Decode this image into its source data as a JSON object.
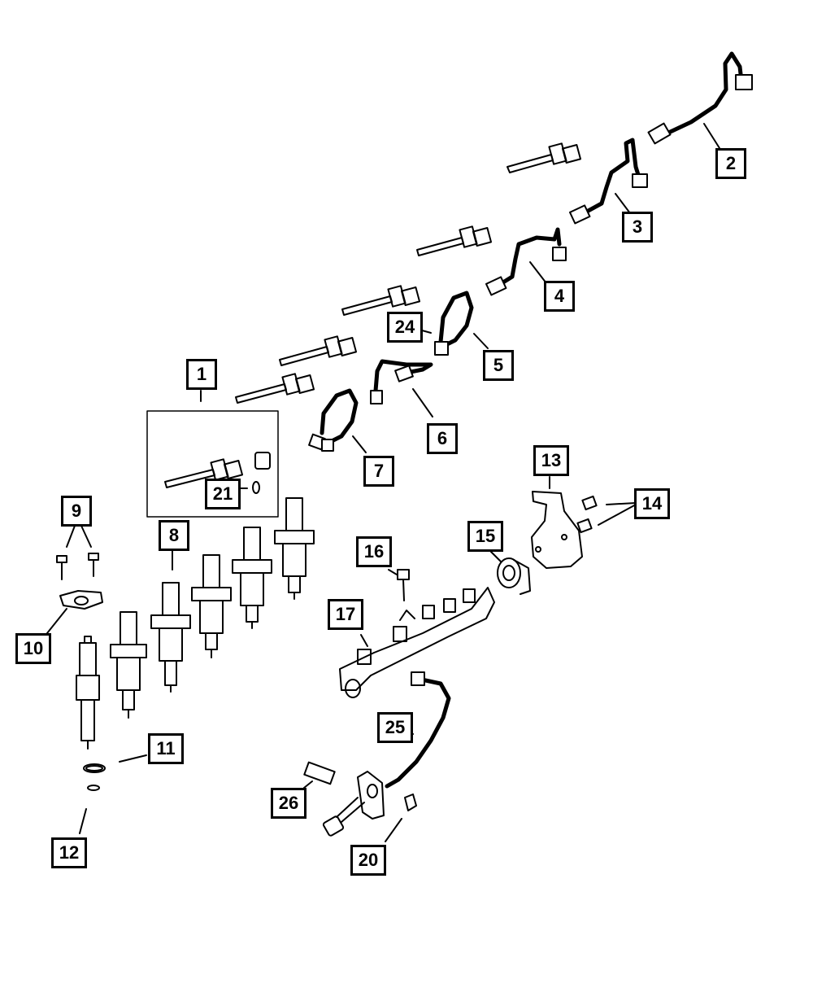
{
  "diagram": {
    "callouts": {
      "c1": "1",
      "c2": "2",
      "c3": "3",
      "c4": "4",
      "c5": "5",
      "c6": "6",
      "c7": "7",
      "c8": "8",
      "c9": "9",
      "c10": "10",
      "c11": "11",
      "c12": "12",
      "c13": "13",
      "c14": "14",
      "c15": "15",
      "c16": "16",
      "c17": "17",
      "c20": "20",
      "c21": "21",
      "c24": "24",
      "c25": "25",
      "c26": "26"
    },
    "line_color": "#000000",
    "background": "#ffffff"
  }
}
